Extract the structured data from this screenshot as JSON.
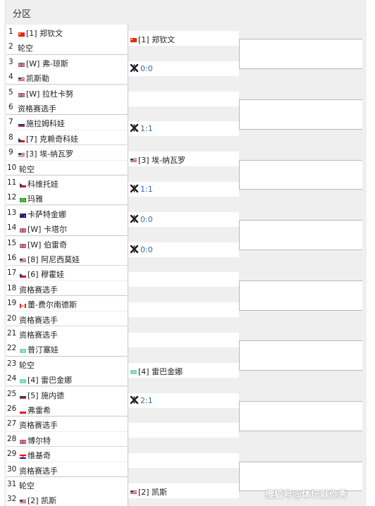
{
  "header": {
    "title": "分区"
  },
  "colors": {
    "score": "#2e6bb0",
    "background": "#efefef"
  },
  "round1": [
    {
      "num": "1",
      "text": "[1] 郑钦文",
      "flag": "china-flag-icon"
    },
    {
      "num": "2",
      "text": "轮空",
      "flag": null
    },
    {
      "num": "3",
      "text": "[W] 弗-琼斯",
      "flag": "uk-flag-icon"
    },
    {
      "num": "4",
      "text": "凯斯勒",
      "flag": "usa-flag-icon"
    },
    {
      "num": "5",
      "text": "[W] 拉杜卡努",
      "flag": "uk-flag-icon"
    },
    {
      "num": "6",
      "text": "资格赛选手",
      "flag": null
    },
    {
      "num": "7",
      "text": "施拉姆科娃",
      "flag": "russia-flag-icon"
    },
    {
      "num": "8",
      "text": "[7] 克赖奇科娃",
      "flag": "czech-flag-icon"
    },
    {
      "num": "9",
      "text": "[3] 埃-纳瓦罗",
      "flag": "usa-flag-icon"
    },
    {
      "num": "10",
      "text": "轮空",
      "flag": null
    },
    {
      "num": "11",
      "text": "科维托娃",
      "flag": "czech-flag-icon"
    },
    {
      "num": "12",
      "text": "玛雅",
      "flag": "brazil-flag-icon"
    },
    {
      "num": "13",
      "text": "卡萨特金娜",
      "flag": "australia-flag-icon"
    },
    {
      "num": "14",
      "text": "[W] 卡塔尔",
      "flag": "uk-flag-icon"
    },
    {
      "num": "15",
      "text": "[W] 伯雷奇",
      "flag": "uk-flag-icon"
    },
    {
      "num": "16",
      "text": "[8] 阿尼西莫娃",
      "flag": "usa-flag-icon"
    },
    {
      "num": "17",
      "text": "[6] 穆霍娃",
      "flag": "czech-flag-icon"
    },
    {
      "num": "18",
      "text": "资格赛选手",
      "flag": null
    },
    {
      "num": "19",
      "text": "蕾-费尔南德斯",
      "flag": "canada-flag-icon"
    },
    {
      "num": "20",
      "text": "资格赛选手",
      "flag": null
    },
    {
      "num": "21",
      "text": "资格赛选手",
      "flag": null
    },
    {
      "num": "22",
      "text": "普汀塞娃",
      "flag": "kazakhstan-flag-icon"
    },
    {
      "num": "23",
      "text": "轮空",
      "flag": null
    },
    {
      "num": "24",
      "text": "[4] 雷巴金娜",
      "flag": "kazakhstan-flag-icon"
    },
    {
      "num": "25",
      "text": "[5] 施内德",
      "flag": "russia-flag-icon"
    },
    {
      "num": "26",
      "text": "弗雷希",
      "flag": "poland-flag-icon"
    },
    {
      "num": "27",
      "text": "资格赛选手",
      "flag": null
    },
    {
      "num": "28",
      "text": "博尔特",
      "flag": "uk-flag-icon"
    },
    {
      "num": "29",
      "text": "维基奇",
      "flag": "croatia-flag-icon"
    },
    {
      "num": "30",
      "text": "资格赛选手",
      "flag": null
    },
    {
      "num": "31",
      "text": "轮空",
      "flag": null
    },
    {
      "num": "32",
      "text": "[2] 凯斯",
      "flag": "usa-flag-icon"
    }
  ],
  "round2": [
    {
      "type": "player",
      "text": "[1] 郑钦文",
      "flag": "china-flag-icon"
    },
    {
      "type": "score",
      "text": "0:0"
    },
    {
      "type": "empty"
    },
    {
      "type": "score",
      "text": "1:1"
    },
    {
      "type": "player",
      "text": "[3] 埃-纳瓦罗",
      "flag": "usa-flag-icon"
    },
    {
      "type": "score",
      "text": "1:1"
    },
    {
      "type": "score",
      "text": "0:0"
    },
    {
      "type": "score",
      "text": "0:0"
    },
    {
      "type": "empty"
    },
    {
      "type": "empty"
    },
    {
      "type": "empty"
    },
    {
      "type": "player",
      "text": "[4] 雷巴金娜",
      "flag": "kazakhstan-flag-icon"
    },
    {
      "type": "score",
      "text": "2:1"
    },
    {
      "type": "empty"
    },
    {
      "type": "empty"
    },
    {
      "type": "player",
      "text": "[2] 凯斯",
      "flag": "usa-flag-icon"
    }
  ],
  "watermark": "搜狐号@体坛就你秀"
}
